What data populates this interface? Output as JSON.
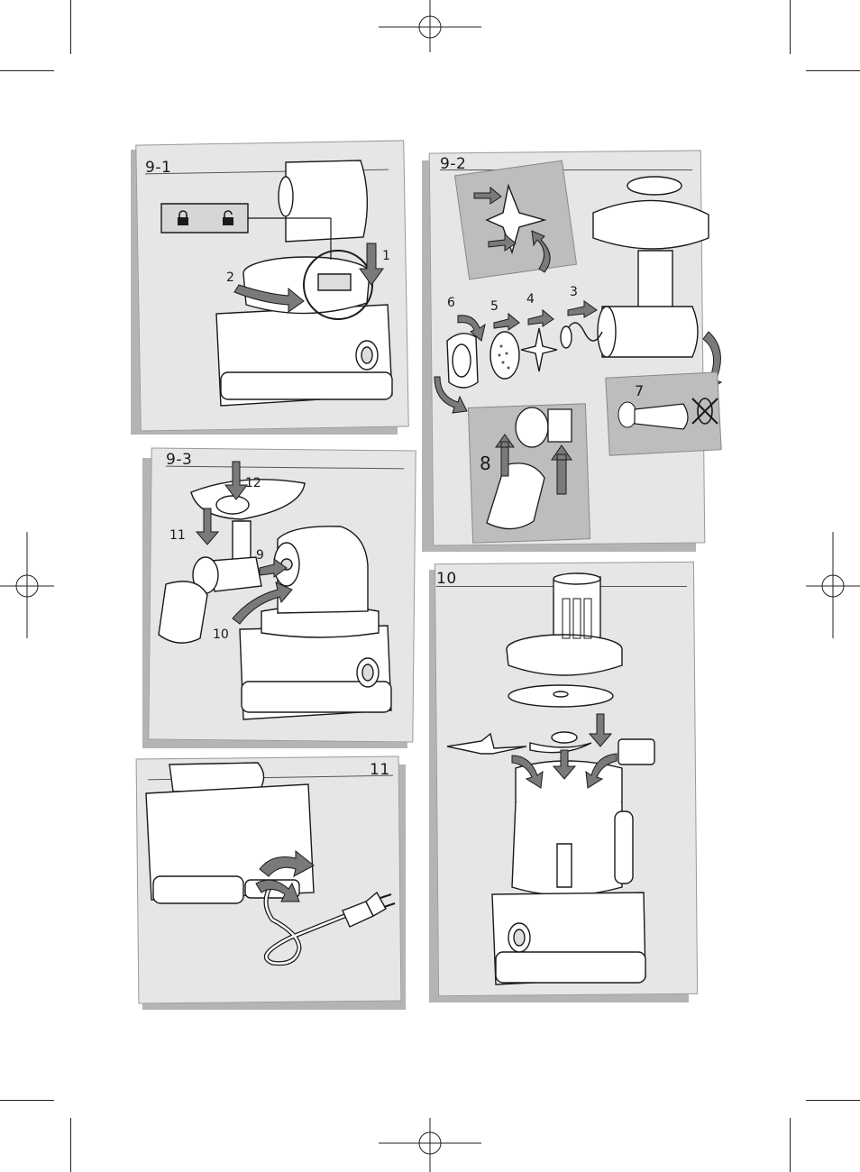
{
  "colors": {
    "panel": "#e6e6e6",
    "shadow": "#b4b4b4",
    "inset": "#bdbdbd",
    "arrow": "#7a7a7a",
    "line": "#1a1a1a"
  },
  "panels": {
    "p9_1": {
      "label": "9-1",
      "steps": [
        "1",
        "2"
      ]
    },
    "p9_2": {
      "label": "9-2",
      "steps": [
        "3",
        "4",
        "5",
        "6",
        "7",
        "8"
      ]
    },
    "p9_3": {
      "label": "9-3",
      "steps": [
        "9",
        "10",
        "11",
        "12"
      ]
    },
    "p10": {
      "label": "10"
    },
    "p11": {
      "label": "11"
    }
  },
  "icons": [
    "lock-icon",
    "unlock-icon",
    "no-rotate-icon",
    "crosshair-registration-mark"
  ]
}
